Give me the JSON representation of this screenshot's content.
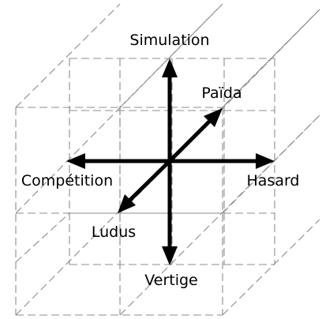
{
  "labels": {
    "top": "Simulation",
    "diag_up": "Païda",
    "left": "Compétition",
    "right": "Hasard",
    "diag_down": "Ludus",
    "bottom": "Vertige"
  },
  "colors": {
    "axes": "#000000",
    "grid": "#8c8c8c",
    "background": "#ffffff"
  }
}
